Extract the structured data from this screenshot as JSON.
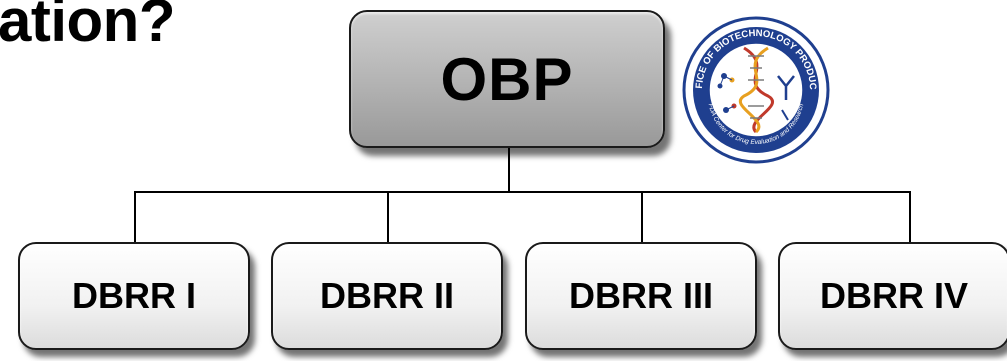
{
  "heading": {
    "text": "ation?"
  },
  "org_chart": {
    "root": {
      "label": "OBP"
    },
    "children": [
      {
        "label": "DBRR I"
      },
      {
        "label": "DBRR II"
      },
      {
        "label": "DBRR III"
      },
      {
        "label": "DBRR IV"
      }
    ]
  },
  "seal": {
    "top_text": "OFFICE OF BIOTECHNOLOGY PRODUCTS",
    "bottom_text": "FDA Center for Drug Evaluation and Research",
    "icons": [
      "dna-helix-icon",
      "antibody-icon",
      "molecule-icon"
    ],
    "ring_color": "#1f3f8f",
    "dna_colors": [
      "#c0392b",
      "#e8a020"
    ]
  },
  "colors": {
    "root_fill": "#b2b2b2",
    "child_fill": "#f1f1f1",
    "line": "#000000"
  }
}
